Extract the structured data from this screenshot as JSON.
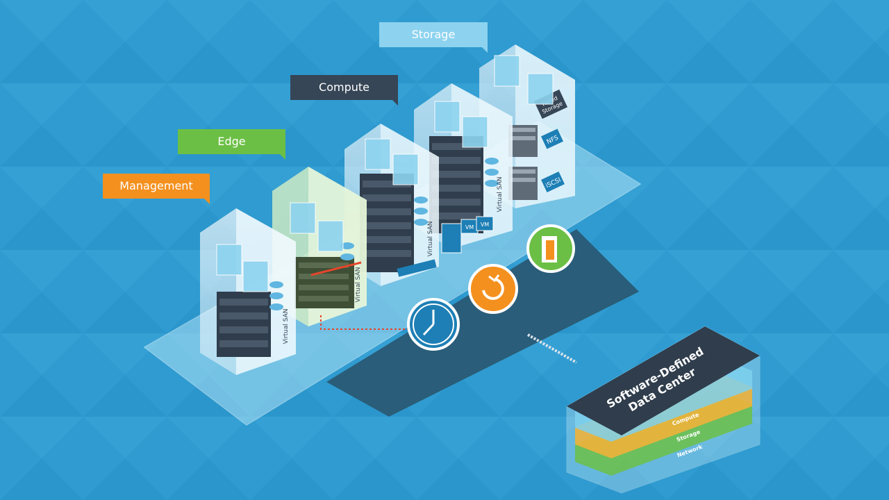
{
  "labels": {
    "storage": "Storage",
    "compute": "Compute",
    "edge": "Edge",
    "management": "Management"
  },
  "racks": {
    "vsan_label": "Virtual SAN",
    "tiered_storage_line1": "Tiered",
    "tiered_storage_line2": "Storage",
    "nfs": "NFS",
    "iscsi": "iSCSI",
    "vm": "VM"
  },
  "sddc_box": {
    "title_line1": "Software-Defined",
    "title_line2": "Data Center",
    "layers": [
      "Compute",
      "Storage",
      "Network"
    ]
  },
  "icons": [
    "clock-icon",
    "refresh-icon",
    "door-icon"
  ],
  "colors": {
    "background": "#2f9bd0",
    "management": "#f4901e",
    "edge": "#6cbf45",
    "compute": "#364656",
    "storage": "#8dd3ef",
    "platform": "#4fb3df",
    "network_strip": "#2a5d79"
  }
}
